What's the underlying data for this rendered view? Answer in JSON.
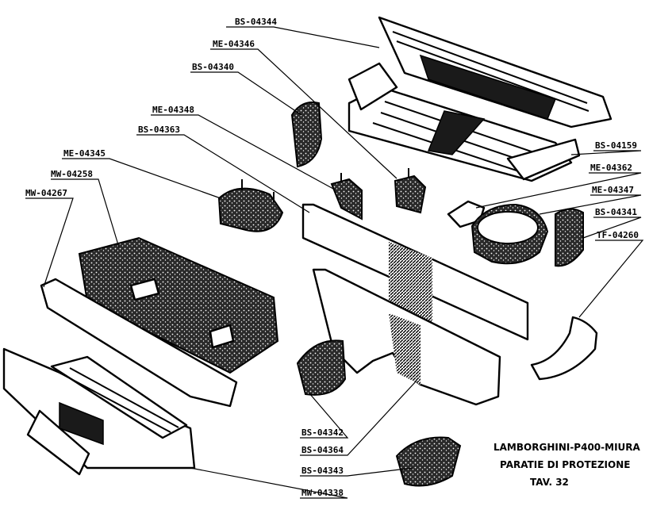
{
  "labels": [
    {
      "id": "p1",
      "text": "BS-04344"
    },
    {
      "id": "p2",
      "text": "ME-04346"
    },
    {
      "id": "p3",
      "text": "BS-04340"
    },
    {
      "id": "p4",
      "text": "ME-04348"
    },
    {
      "id": "p5",
      "text": "BS-04363"
    },
    {
      "id": "p6",
      "text": "ME-04345"
    },
    {
      "id": "p7",
      "text": "MW-04258"
    },
    {
      "id": "p8",
      "text": "MW-04267"
    },
    {
      "id": "p9",
      "text": "BS-04159"
    },
    {
      "id": "p10",
      "text": "ME-04362"
    },
    {
      "id": "p11",
      "text": "ME-04347"
    },
    {
      "id": "p12",
      "text": "BS-04341"
    },
    {
      "id": "p13",
      "text": "TF-04260"
    },
    {
      "id": "p14",
      "text": "BS-04342"
    },
    {
      "id": "p15",
      "text": "BS-04364"
    },
    {
      "id": "p16",
      "text": "BS-04343"
    },
    {
      "id": "p17",
      "text": "MW-04338"
    }
  ],
  "title": {
    "line1": "LAMBORGHINI-P400-MIURA",
    "line2": "PARATIE DI PROTEZIONE",
    "line3": "TAV. 32"
  }
}
